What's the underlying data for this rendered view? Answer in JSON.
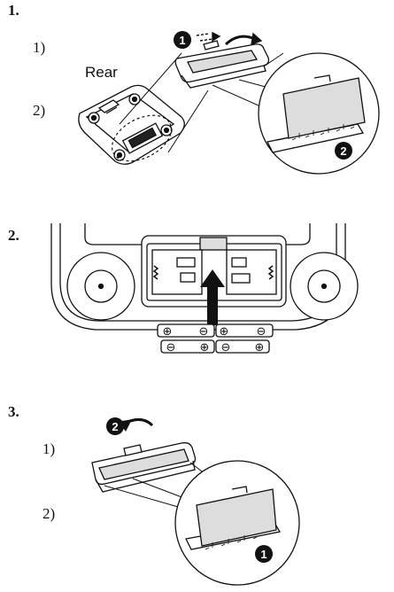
{
  "steps": [
    {
      "number": "1.",
      "subs": [
        "1)",
        "2)"
      ],
      "label": "Rear",
      "badges": [
        "1",
        "2"
      ]
    },
    {
      "number": "2.",
      "battery_signs": [
        "⊕",
        "⊖",
        "⊕",
        "⊖",
        "⊖",
        "⊕",
        "⊖",
        "⊕"
      ]
    },
    {
      "number": "3.",
      "subs": [
        "1)",
        "2)"
      ],
      "badges": [
        "2",
        "1"
      ]
    }
  ]
}
